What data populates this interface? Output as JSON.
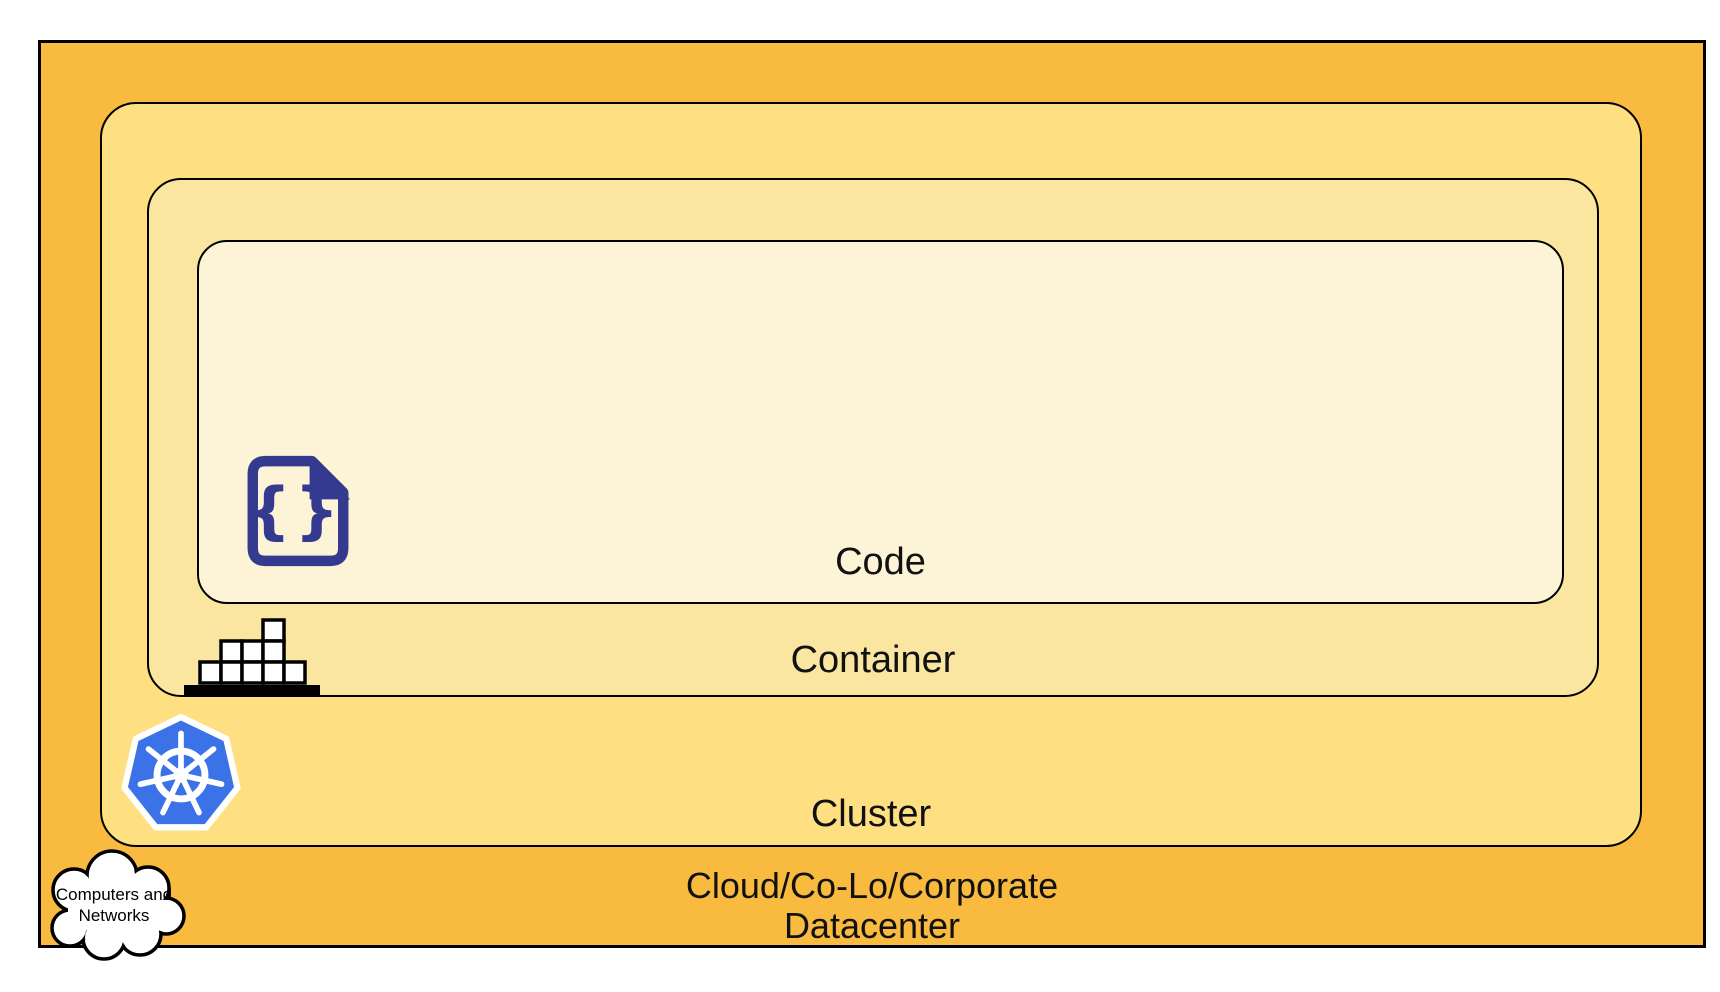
{
  "layers": {
    "code": {
      "label": "Code",
      "color": "#FDF3D6"
    },
    "container": {
      "label": "Container",
      "color": "#FAE6A1"
    },
    "cluster": {
      "label": "Cluster",
      "color": "#FEDF82"
    },
    "datacenter": {
      "label_line1": "Cloud/Co-Lo/Corporate",
      "label_line2": "Datacenter",
      "color": "#F8BA3F"
    }
  },
  "cloud_callout": {
    "line1": "Computers and",
    "line2": "Networks"
  },
  "icons": {
    "code": "code-file-icon",
    "container": "container-stack-icon",
    "cluster": "kubernetes-icon",
    "datacenter": "cloud-icon",
    "code_glyph": "{}"
  },
  "palette": {
    "border": "#000000",
    "kubernetes_blue": "#3B72E8",
    "code_icon_indigo": "#333A8F",
    "page_background": "#FFFFFF",
    "label_text": "#111111"
  }
}
